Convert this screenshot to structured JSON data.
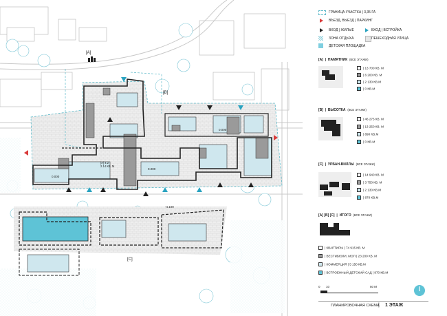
{
  "legend": {
    "items": [
      {
        "label": "ГРАНИЦА УЧАСТКА  |  3,35 ГА",
        "icon": "dashed-boundary-icon",
        "color": "#5ab8c8"
      },
      {
        "label": "ВЪЕЗД, ВЫЕЗД  |  ПАРКИНГ",
        "icon": "red-arrow-icon",
        "color": "#d93a3a"
      },
      {
        "label": "ВХОД  |  ЖИЛЫЕ",
        "icon": "black-arrow-icon",
        "color": "#222222"
      },
      {
        "label": "ВХОД  |  ВСТРОЙКА",
        "icon": "blue-arrow-icon",
        "color": "#2aa3c0"
      },
      {
        "label": "ЗОНА ОТДЫХА",
        "icon": "hatch-icon",
        "color": "#8fcfdb"
      },
      {
        "label": "ПЕШЕХОДНАЯ УЛИЦА",
        "icon": "paving-icon",
        "color": "#cfcfcf"
      },
      {
        "label": "ДЕТСКАЯ ПЛОЩАДКА",
        "icon": "playground-icon",
        "color": "#7fcfe0"
      }
    ]
  },
  "sections": [
    {
      "key": "[A]",
      "title": "ПАМЯТНИК",
      "subtitle": "(ВСЕ ЭТАЖИ)",
      "rows": [
        "13 700 КВ. М",
        "6 200 КВ. М",
        "2 130 КВ.М",
        "0 КВ.М"
      ]
    },
    {
      "key": "[B]",
      "title": "ВЫСОТКА",
      "subtitle": "(ВСЕ ЭТАЖИ)",
      "rows": [
        "46 275 КВ. М",
        "13 250 КВ. М",
        "890 КВ.М",
        "0 КВ.М"
      ]
    },
    {
      "key": "[C]",
      "title": "УРБАН-ВИЛЛЫ",
      "subtitle": "(ВСЕ ЭТАЖИ)",
      "rows": [
        "14 940 КВ. М",
        "3 750 КВ. М",
        "2 130 КВ.М",
        "870 КВ.М"
      ]
    }
  ],
  "total": {
    "keys": "[A]  [B]  [C]",
    "title": "ИТОГО",
    "subtitle": "(ВСЕ ЭТАЖИ)",
    "rows": [
      "КВАРТИРЫ  |  74 915 КВ. М",
      "ВЕСТИБЮЛИ, МОП  |  23 200 КВ. М",
      "КОММЕРЦИЯ  |  5 150 КВ.М",
      "ВСТРОЕННЫЙ ДЕТСКИЙ САД  |  870 КВ.М"
    ]
  },
  "row_colors": [
    "#ffffff",
    "#9a9a9a",
    "#cfe7ee",
    "#5ec3d6"
  ],
  "scale": {
    "zero": "0",
    "ten": "10",
    "fifty": "50 M"
  },
  "footer": {
    "scheme": "ПЛАНИРОВОЧНАЯ СХЕМА",
    "floor": "1 ЭТАЖ"
  },
  "plan_labels": {
    "a": "[A]",
    "b": "[B]",
    "c": "[C]",
    "elev1": "0.000",
    "elev2": "0.000",
    "elev3": "0.000",
    "elev4": "-4.100",
    "note": "[A] 4.2\n2.14 КВ. М"
  }
}
